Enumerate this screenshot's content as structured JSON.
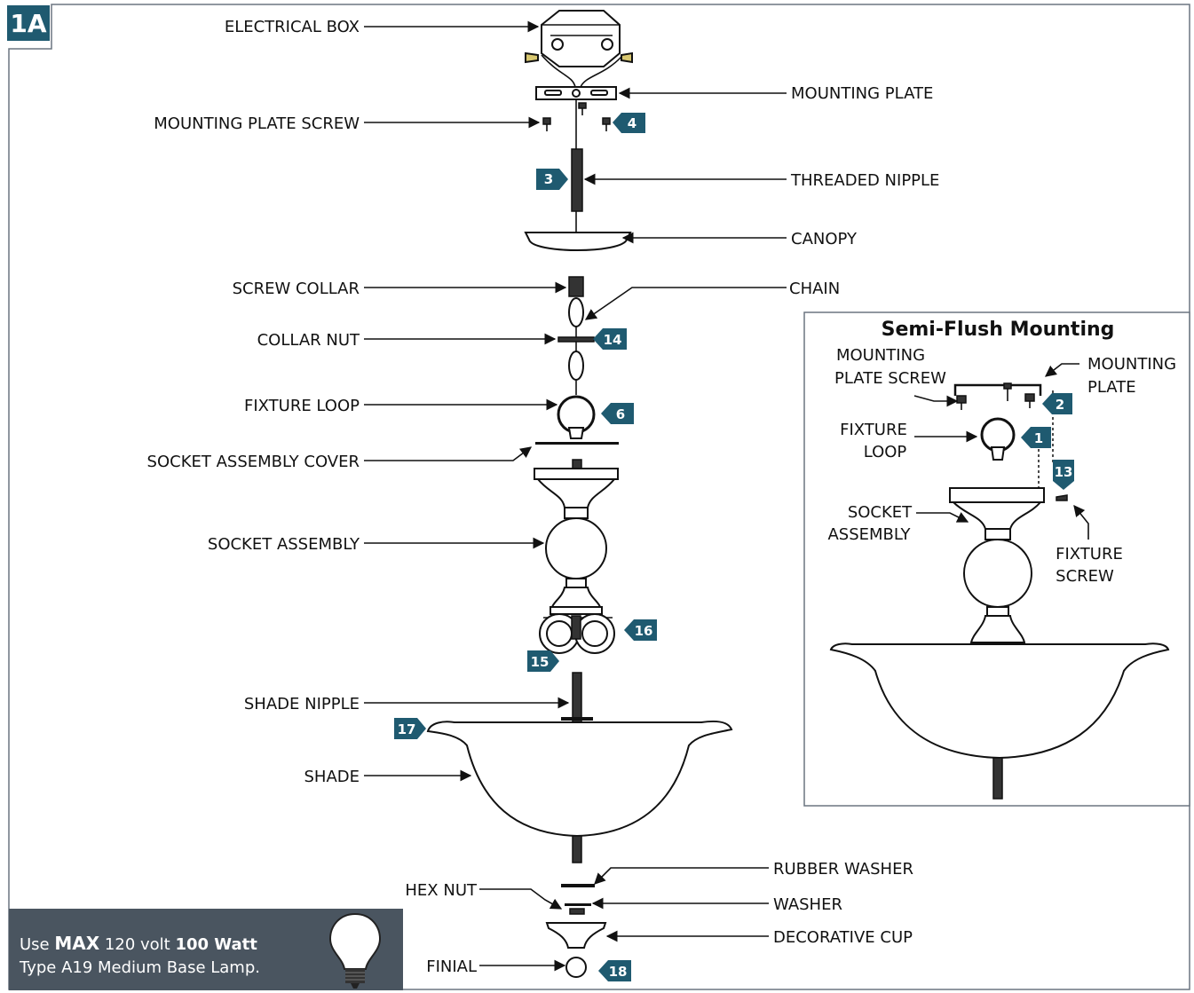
{
  "figure_id": "1A",
  "labels": {
    "electrical_box": "ELECTRICAL BOX",
    "mounting_plate": "MOUNTING PLATE",
    "mounting_plate_screw": "MOUNTING PLATE SCREW",
    "threaded_nipple": "THREADED NIPPLE",
    "canopy": "CANOPY",
    "screw_collar": "SCREW COLLAR",
    "chain": "CHAIN",
    "collar_nut": "COLLAR NUT",
    "fixture_loop": "FIXTURE LOOP",
    "socket_assembly_cover": "SOCKET ASSEMBLY COVER",
    "socket_assembly": "SOCKET ASSEMBLY",
    "shade_nipple": "SHADE NIPPLE",
    "shade": "SHADE",
    "rubber_washer": "RUBBER WASHER",
    "hex_nut": "HEX NUT",
    "washer": "WASHER",
    "decorative_cup": "DECORATIVE CUP",
    "finial": "FINIAL"
  },
  "badges": {
    "b1": "1",
    "b2": "2",
    "b3": "3",
    "b4": "4",
    "b6": "6",
    "b13": "13",
    "b14": "14",
    "b15": "15",
    "b16": "16",
    "b17": "17",
    "b18": "18"
  },
  "inset": {
    "title": "Semi-Flush Mounting",
    "mounting_plate_screw_1": "MOUNTING",
    "mounting_plate_screw_2": "PLATE SCREW",
    "mounting_plate_1": "MOUNTING",
    "mounting_plate_2": "PLATE",
    "fixture_loop_1": "FIXTURE",
    "fixture_loop_2": "LOOP",
    "socket_assembly_1": "SOCKET",
    "socket_assembly_2": "ASSEMBLY",
    "fixture_screw_1": "FIXTURE",
    "fixture_screw_2": "SCREW"
  },
  "note": {
    "use": "Use",
    "max": "MAX",
    "volt": "120 volt",
    "watt": "100 Watt",
    "line2": "Type A19 Medium Base Lamp."
  },
  "colors": {
    "badge": "#1f5a70",
    "note_bg": "#4a5560",
    "frame": "#6b7580"
  }
}
